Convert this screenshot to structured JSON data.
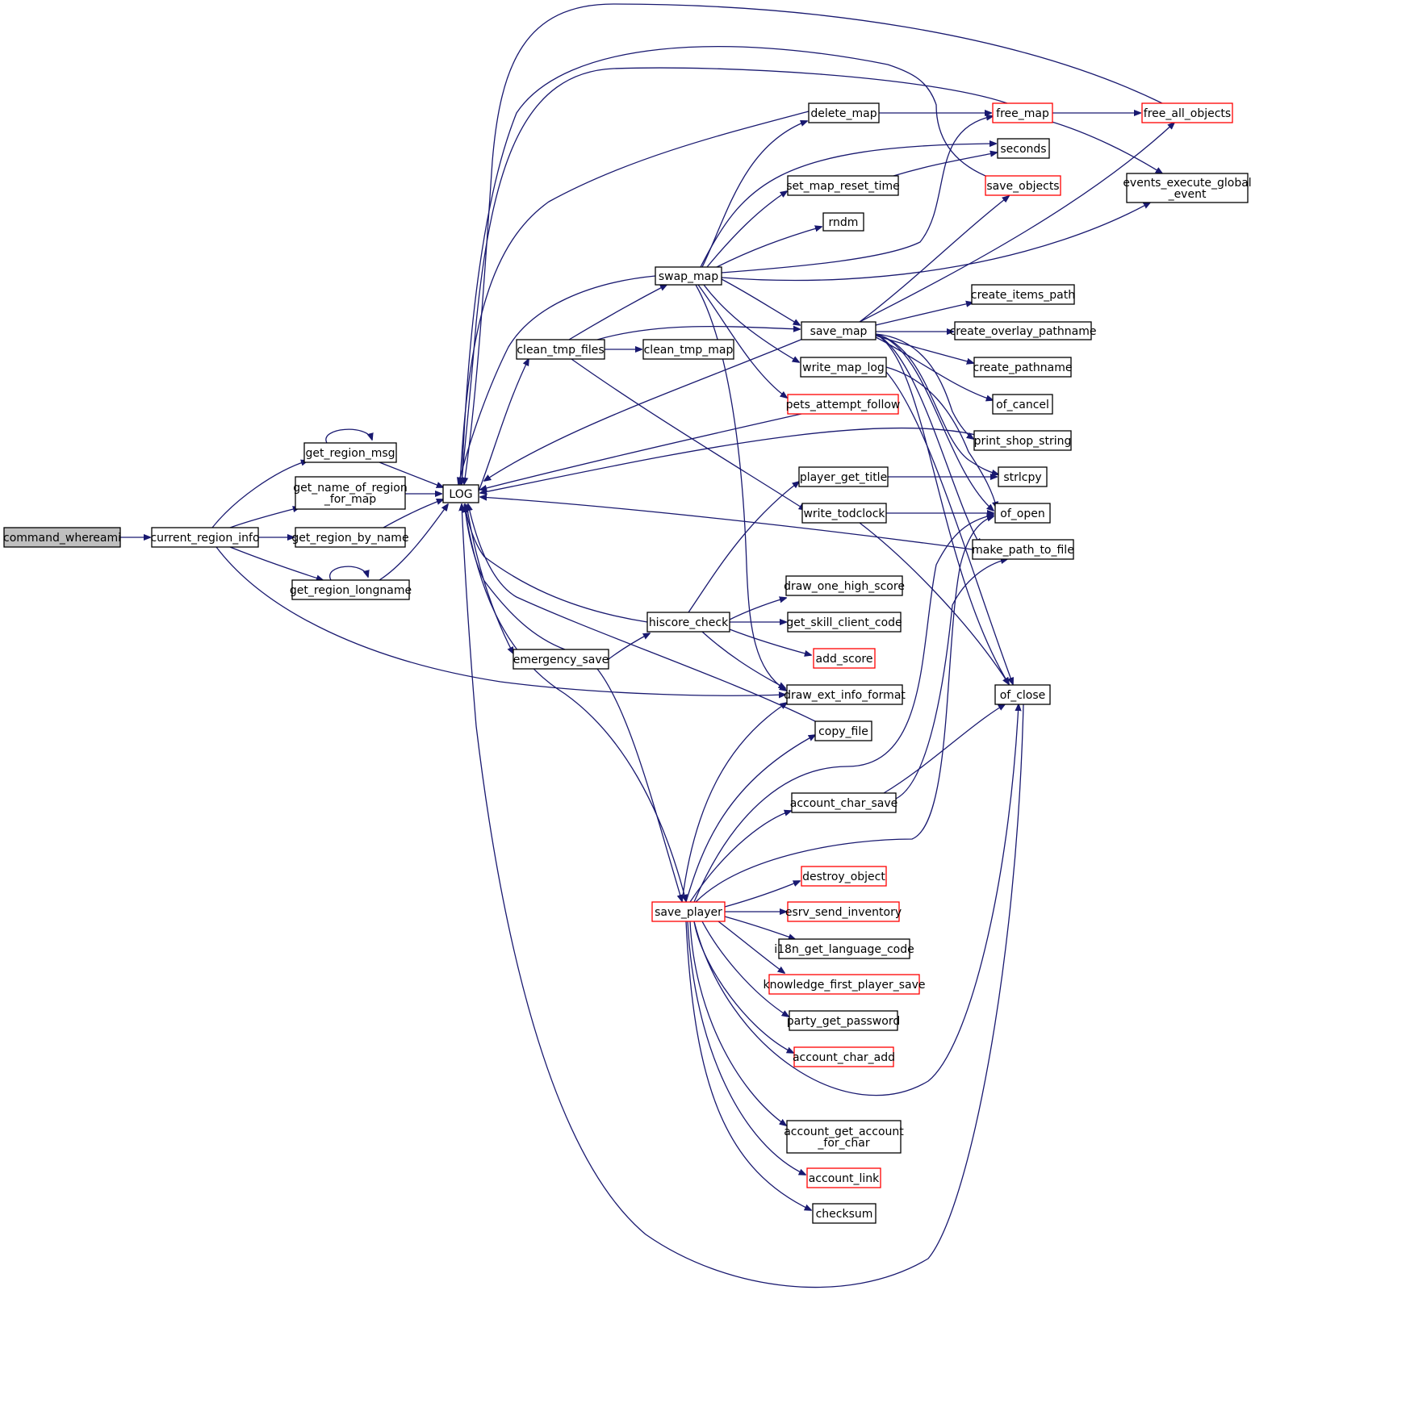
{
  "colors": {
    "edge": "#191970",
    "node_border": "#000000",
    "node_border_red": "#ff0000",
    "root_fill": "#bfbfbf",
    "background": "#ffffff"
  },
  "nodes": [
    {
      "id": "command_whereami",
      "lines": [
        "command_whereami"
      ],
      "style": "root"
    },
    {
      "id": "current_region_info",
      "lines": [
        "current_region_info"
      ],
      "style": "black"
    },
    {
      "id": "get_region_msg",
      "lines": [
        "get_region_msg"
      ],
      "style": "black"
    },
    {
      "id": "get_name_of_region_for_map",
      "lines": [
        "get_name_of_region",
        "_for_map"
      ],
      "style": "black"
    },
    {
      "id": "get_region_by_name",
      "lines": [
        "get_region_by_name"
      ],
      "style": "black"
    },
    {
      "id": "get_region_longname",
      "lines": [
        "get_region_longname"
      ],
      "style": "black"
    },
    {
      "id": "LOG",
      "lines": [
        "LOG"
      ],
      "style": "black"
    },
    {
      "id": "clean_tmp_files",
      "lines": [
        "clean_tmp_files"
      ],
      "style": "black"
    },
    {
      "id": "emergency_save",
      "lines": [
        "emergency_save"
      ],
      "style": "black"
    },
    {
      "id": "swap_map",
      "lines": [
        "swap_map"
      ],
      "style": "black"
    },
    {
      "id": "clean_tmp_map",
      "lines": [
        "clean_tmp_map"
      ],
      "style": "black"
    },
    {
      "id": "hiscore_check",
      "lines": [
        "hiscore_check"
      ],
      "style": "black"
    },
    {
      "id": "save_player",
      "lines": [
        "save_player"
      ],
      "style": "red"
    },
    {
      "id": "delete_map",
      "lines": [
        "delete_map"
      ],
      "style": "black"
    },
    {
      "id": "set_map_reset_time",
      "lines": [
        "set_map_reset_time"
      ],
      "style": "black"
    },
    {
      "id": "rndm",
      "lines": [
        "rndm"
      ],
      "style": "black"
    },
    {
      "id": "save_map",
      "lines": [
        "save_map"
      ],
      "style": "black"
    },
    {
      "id": "write_map_log",
      "lines": [
        "write_map_log"
      ],
      "style": "black"
    },
    {
      "id": "pets_attempt_follow",
      "lines": [
        "pets_attempt_follow"
      ],
      "style": "red"
    },
    {
      "id": "player_get_title",
      "lines": [
        "player_get_title"
      ],
      "style": "black"
    },
    {
      "id": "write_todclock",
      "lines": [
        "write_todclock"
      ],
      "style": "black"
    },
    {
      "id": "draw_one_high_score",
      "lines": [
        "draw_one_high_score"
      ],
      "style": "black"
    },
    {
      "id": "get_skill_client_code",
      "lines": [
        "get_skill_client_code"
      ],
      "style": "black"
    },
    {
      "id": "add_score",
      "lines": [
        "add_score"
      ],
      "style": "red"
    },
    {
      "id": "draw_ext_info_format",
      "lines": [
        "draw_ext_info_format"
      ],
      "style": "black"
    },
    {
      "id": "copy_file",
      "lines": [
        "copy_file"
      ],
      "style": "black"
    },
    {
      "id": "account_char_save",
      "lines": [
        "account_char_save"
      ],
      "style": "black"
    },
    {
      "id": "destroy_object",
      "lines": [
        "destroy_object"
      ],
      "style": "red"
    },
    {
      "id": "esrv_send_inventory",
      "lines": [
        "esrv_send_inventory"
      ],
      "style": "red"
    },
    {
      "id": "i18n_get_language_code",
      "lines": [
        "i18n_get_language_code"
      ],
      "style": "black"
    },
    {
      "id": "knowledge_first_player_save",
      "lines": [
        "knowledge_first_player_save"
      ],
      "style": "red"
    },
    {
      "id": "party_get_password",
      "lines": [
        "party_get_password"
      ],
      "style": "black"
    },
    {
      "id": "account_char_add",
      "lines": [
        "account_char_add"
      ],
      "style": "red"
    },
    {
      "id": "account_get_account_for_char",
      "lines": [
        "account_get_account",
        "_for_char"
      ],
      "style": "black"
    },
    {
      "id": "account_link",
      "lines": [
        "account_link"
      ],
      "style": "red"
    },
    {
      "id": "checksum",
      "lines": [
        "checksum"
      ],
      "style": "black"
    },
    {
      "id": "free_map",
      "lines": [
        "free_map"
      ],
      "style": "red"
    },
    {
      "id": "seconds",
      "lines": [
        "seconds"
      ],
      "style": "black"
    },
    {
      "id": "save_objects",
      "lines": [
        "save_objects"
      ],
      "style": "red"
    },
    {
      "id": "create_items_path",
      "lines": [
        "create_items_path"
      ],
      "style": "black"
    },
    {
      "id": "create_overlay_pathname",
      "lines": [
        "create_overlay_pathname"
      ],
      "style": "black"
    },
    {
      "id": "create_pathname",
      "lines": [
        "create_pathname"
      ],
      "style": "black"
    },
    {
      "id": "of_cancel",
      "lines": [
        "of_cancel"
      ],
      "style": "black"
    },
    {
      "id": "print_shop_string",
      "lines": [
        "print_shop_string"
      ],
      "style": "black"
    },
    {
      "id": "strlcpy",
      "lines": [
        "strlcpy"
      ],
      "style": "black"
    },
    {
      "id": "of_open",
      "lines": [
        "of_open"
      ],
      "style": "black"
    },
    {
      "id": "make_path_to_file",
      "lines": [
        "make_path_to_file"
      ],
      "style": "black"
    },
    {
      "id": "of_close",
      "lines": [
        "of_close"
      ],
      "style": "black"
    },
    {
      "id": "free_all_objects",
      "lines": [
        "free_all_objects"
      ],
      "style": "red"
    },
    {
      "id": "events_execute_global_event",
      "lines": [
        "events_execute_global",
        "_event"
      ],
      "style": "black"
    }
  ]
}
